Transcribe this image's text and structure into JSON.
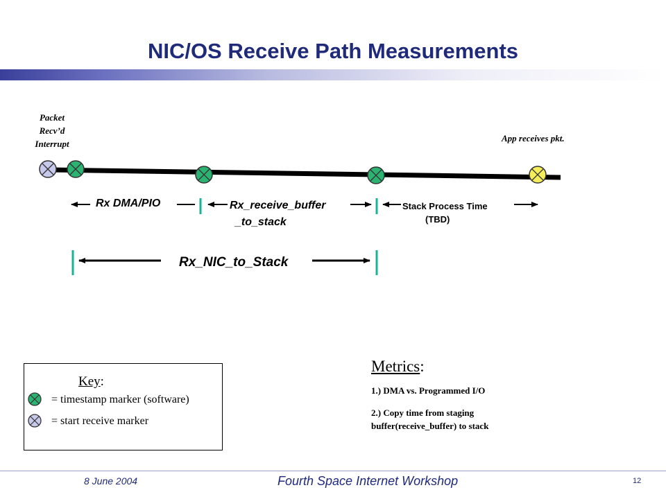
{
  "slide": {
    "title": "NIC/OS Receive Path Measurements"
  },
  "diagram": {
    "packet_label_lines": [
      "Packet",
      "Recv’d",
      "Interrupt"
    ],
    "app_label": "App receives pkt.",
    "seg_rx_dma": "Rx DMA/PIO",
    "seg_rx_receive_line1": "Rx_receive_buffer",
    "seg_rx_receive_line2": "_to_stack",
    "seg_stack_line1": "Stack Process Time",
    "seg_stack_line2": "(TBD)",
    "seg_nic_to_stack": "Rx_NIC_to_Stack",
    "colors": {
      "timestamp_marker": "#2db371",
      "start_marker": "#c7c9ea",
      "app_marker": "#f5ee5a",
      "bar_marker": "#1ab394"
    }
  },
  "key": {
    "title": "Key",
    "title_suffix": ":",
    "timestamp_label": "= timestamp marker (software)",
    "start_label": "= start receive marker"
  },
  "metrics": {
    "title": "Metrics",
    "title_suffix": ":",
    "item1": "1.)  DMA vs. Programmed I/O",
    "item2_line1": "2.)  Copy time from staging",
    "item2_line2": "buffer(receive_buffer) to stack"
  },
  "footer": {
    "date": "8 June 2004",
    "workshop": "Fourth Space Internet Workshop",
    "page": "12"
  }
}
